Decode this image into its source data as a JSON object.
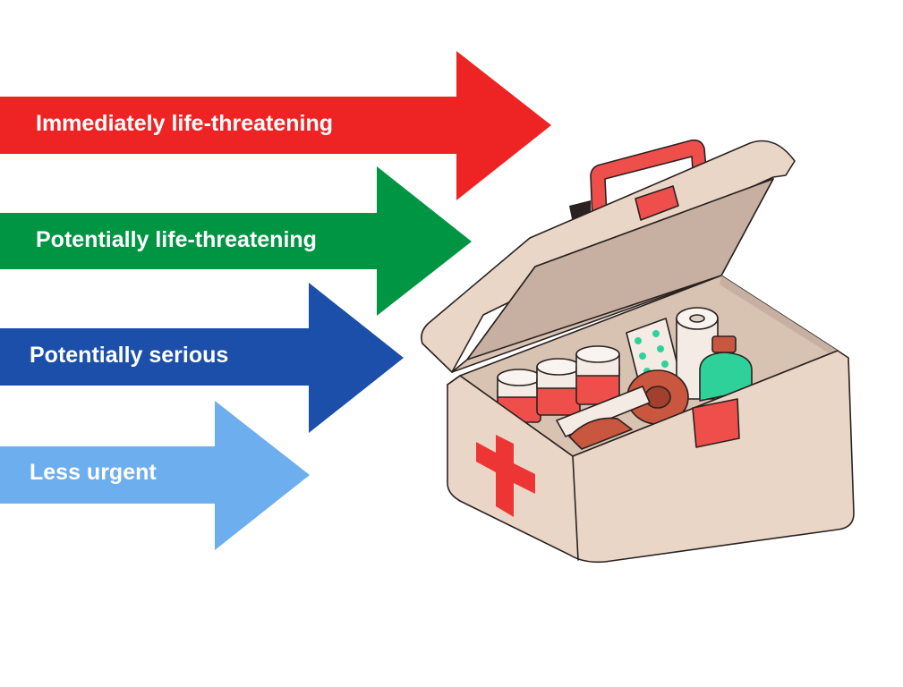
{
  "arrows": [
    {
      "label": "Immediately life-threatening",
      "color": "#ee2424"
    },
    {
      "label": "Potentially life-threatening",
      "color": "#009543"
    },
    {
      "label": "Potentially serious",
      "color": "#1c4faa"
    },
    {
      "label": "Less urgent",
      "color": "#6daeee"
    }
  ],
  "kit": {
    "icon": "first-aid-kit-icon",
    "body_color": "#ead6c6",
    "cross_color": "#ee3536",
    "handle_color": "#ef4f4b",
    "outline_color": "#2a2220"
  }
}
